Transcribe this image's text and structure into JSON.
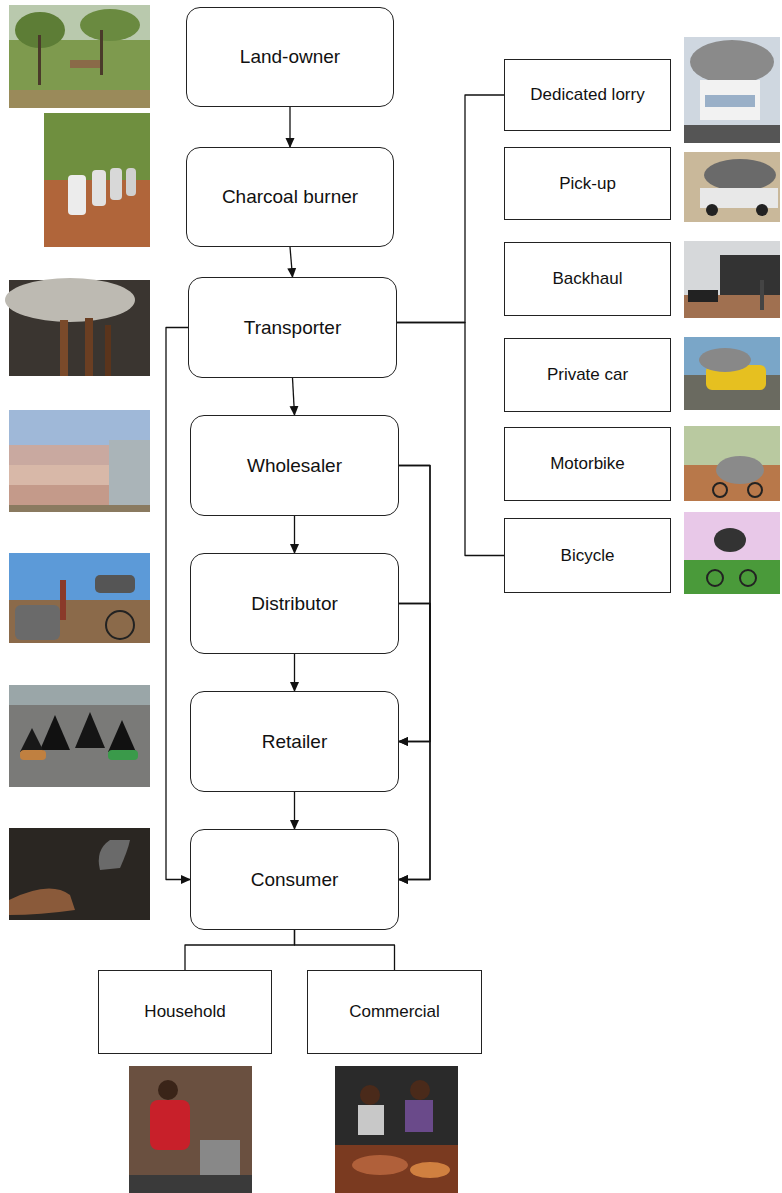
{
  "diagram": {
    "nodes": [
      {
        "text": [
          "Land-owner"
        ]
      },
      {
        "text": [
          "Charcoal burner"
        ]
      },
      {
        "text": [
          "Transporter"
        ]
      },
      {
        "text": [
          "Dedicated lorry"
        ]
      },
      {
        "text": [
          "Pick-up"
        ]
      },
      {
        "text": [
          "Backhaul"
        ]
      },
      {
        "text": [
          "Private car"
        ]
      },
      {
        "text": [
          "Motorbike"
        ]
      },
      {
        "text": [
          "Bicycle"
        ]
      },
      {
        "text": [
          "Wholesaler"
        ]
      },
      {
        "text": [
          "Distributor"
        ]
      },
      {
        "text": [
          "Retailer"
        ]
      },
      {
        "text": [
          "Consumer"
        ]
      },
      {
        "text": [
          "Household"
        ]
      },
      {
        "text": [
          "Commercial"
        ]
      }
    ],
    "edges": [
      {
        "from": 0,
        "to": 1,
        "arrow": "to"
      },
      {
        "from": 1,
        "to": 2,
        "arrow": "to"
      },
      {
        "from": 2,
        "to": 9,
        "arrow": "to"
      },
      {
        "from": 9,
        "to": 10,
        "arrow": "to"
      },
      {
        "from": 10,
        "to": 11,
        "arrow": "to"
      },
      {
        "from": 11,
        "to": 12,
        "arrow": "to"
      },
      {
        "from": 2,
        "to": 12,
        "arrow": "to"
      },
      {
        "from": 9,
        "to": 11,
        "arrow": "to"
      },
      {
        "from": 9,
        "to": 12,
        "arrow": "to"
      },
      {
        "from": 10,
        "to": 11,
        "arrow": "to"
      },
      {
        "from": 10,
        "to": 12,
        "arrow": "to"
      },
      {
        "from": 2,
        "to": 3,
        "arrow": "none"
      },
      {
        "from": 2,
        "to": 8,
        "arrow": "none"
      },
      {
        "from": 12,
        "to": 13,
        "arrow": "none"
      },
      {
        "from": 12,
        "to": 14,
        "arrow": "none"
      }
    ]
  }
}
